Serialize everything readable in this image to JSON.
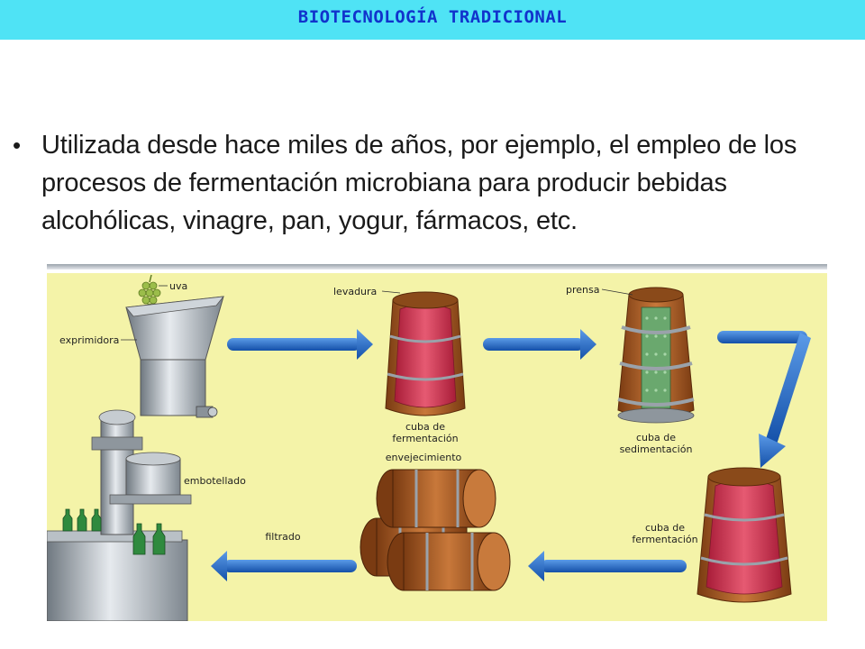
{
  "header": {
    "title": "BIOTECNOLOGÍA TRADICIONAL"
  },
  "content": {
    "bullet_char": "•",
    "bullet_text": "Utilizada desde hace miles de años, por ejemplo, el empleo de los procesos de fermentación microbiana para producir bebidas alcohólicas, vinagre, pan, yogur, fármacos, etc."
  },
  "diagram": {
    "labels": {
      "uva": "uva",
      "exprimidora": "exprimidora",
      "levadura": "levadura",
      "cuba_fermentacion_1_l1": "cuba de",
      "cuba_fermentacion_1_l2": "fermentación",
      "prensa": "prensa",
      "cuba_sedimentacion_l1": "cuba de",
      "cuba_sedimentacion_l2": "sedimentación",
      "cuba_fermentacion_2_l1": "cuba de",
      "cuba_fermentacion_2_l2": "fermentación",
      "envejecimiento": "envejecimiento",
      "embotellado": "embotellado",
      "filtrado": "filtrado"
    },
    "colors": {
      "background": "#f4f3a8",
      "arrow": "#1e63c0",
      "wood": "#b5662a",
      "wine": "#d23a55",
      "metal": "#a3abb3"
    }
  }
}
